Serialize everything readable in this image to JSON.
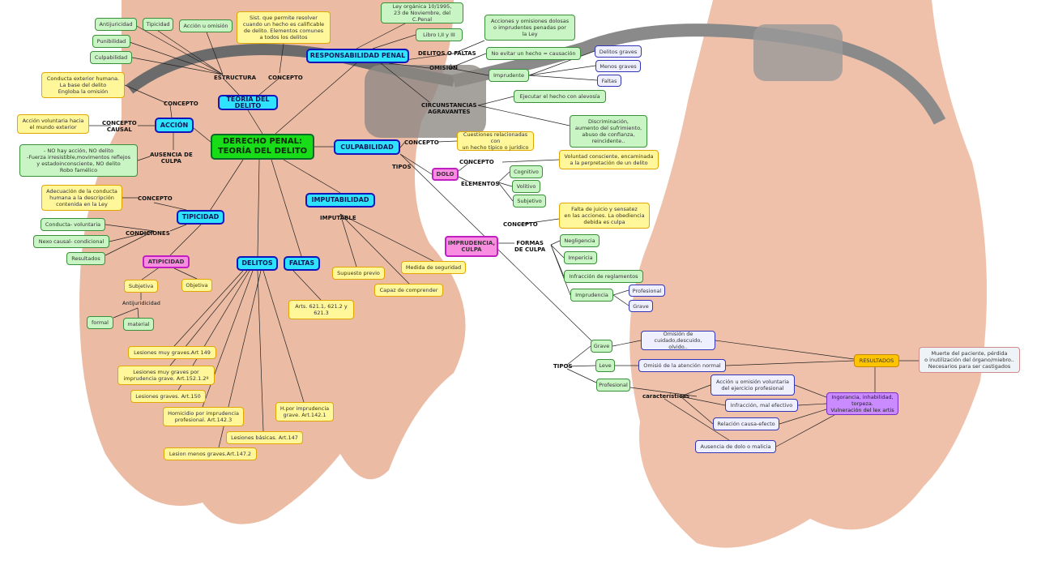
{
  "map": {
    "center": "DERECHO PENAL:\nTEORÍA DEL DELITO",
    "teoria": "TEORÍA DEL DELITO",
    "accion": "ACCIÓN",
    "culpabilidad": "CULPABILIDAD",
    "resp_penal": "RESPONSABILIDAD PENAL",
    "imputabilidad": "IMPUTABILIDAD",
    "tipicidad": "TIPICIDAD",
    "delitos": "DELITOS",
    "faltas": "FALTAS",
    "atipicidad": "ATIPICIDAD",
    "dolo": "DOLO",
    "imprudencia_culpa": "IMPRUDENCIA,\nCULPA",
    "antijuridicidad": "Antijuricidad",
    "tipicidad_s": "Tipicidad",
    "accion_omision": "Acción u omisión",
    "punibilidad": "Punibilidad",
    "culpabilidad_s": "Culpabilidad",
    "sist": "Sist. que permite resolver\ncuando un hecho es calificable\nde delito. Elementos comunes\na todos los delitos",
    "conducta_ext": "Conducta exterior humana.\nLa base del delito\nEngloba la omisión",
    "accion_vol": "Acción voluntaria hacia\nel mundo exterior",
    "ausencia_text": "- NO hay acción, NO delito\n-Fuerza irresistible,movimentos reflejos\ny estadoinconsciente, NO delito\nRobo famélico",
    "adecuacion": "Adecuación de la conducta\nhumana a la descripción\ncontenida en la Ley",
    "conducta_vol": "Conducta- voluntaria",
    "nexo": "Nexo causal- condicional",
    "resultados_t": "Resultados",
    "subjetiva": "Subjetiva",
    "objetiva": "Objetiva",
    "antijuridicidad_l": "Antijuridicidad",
    "formal": "formal",
    "material": "material",
    "arts621": "Arts. 621.1, 621.2 y\n621.3",
    "supuesto": "Supuesto previo",
    "capaz": "Capaz de comprender",
    "medida": "Medida de seguridad",
    "les149": "Lesiones muy graves.Art 149",
    "les152": "Lesiones muy graves por\nimprudencia grave. Art.152.1.2º",
    "les150": "Lesiones graves. Art.150",
    "homicidio": "Homicidio por imprudencia\nprofesional. Art.142.3",
    "hpor": "H.por imprudencia\ngrave. Art.142.1",
    "lesbasicas": "Lesiones básicas. Art.147",
    "lesmenos": "Lesion menos graves.Art.147.2",
    "ley_organica": "Ley orgánica 10/1995,\n23 de Noviembre, del C.Penal",
    "libro": "Libro I,II y III",
    "acciones_omisiones": "Acciones y omisiones dolosas\no imprudentes penadas por\nla Ley",
    "no_evitar": "No evitar un hecho = causación",
    "imprudente": "Imprudente",
    "delitos_graves": "Delitos graves",
    "menos_graves": "Menos graves",
    "faltas_l": "Faltas",
    "ejecutar": "Ejecutar el hecho con alevosía",
    "discriminacion": "Discriminación,\naumento del sufrimiento,\nabuso de confianza,\nreincidente..",
    "cuestiones": "Cuestiones relacionadas con\nun hecho típico o jurídico",
    "voluntad": "Voluntad consciente, encaminada\na la perpretación de un delito",
    "cognitivo": "Cognitivo",
    "volitivo": "Volitivo",
    "subjetivo": "Subjetivo",
    "falta_juicio": "Falta de juicio y sensatez\nen las acciones. La obediencia\ndebida es culpa",
    "negligencia": "Negligencia",
    "impericia": "Impericia",
    "infraccion_reg": "Infracción de reglamentos",
    "imprudencia_t": "Imprudencia",
    "profesional_l": "Profesional",
    "grave_l": "Grave",
    "grave_g": "Grave",
    "leve": "Leve",
    "profesional_g": "Profesional",
    "omision_cuidado": "Omisión de cuidado,descuido,\nolvido..",
    "omision_atencion": "Omisió de la atención normal",
    "accion_omision_vol": "Acción u omisión voluntaria\ndel ejercicio profesional",
    "infraccion_mal": "Infracción, mal efectivo",
    "relacion": "Relación causa-efecto",
    "ausencia_dolo": "Ausencia de dolo o malicia",
    "ingorancia": "Ingorancia, inhabilidad,\ntorpeza.\nVulneración del lex artis",
    "resultados": "RESULTADOS",
    "muerte": "Muerte del paciente, pérdida\no inutilización del órgano/miebro..\nNecesarios para ser castigados"
  },
  "labels": {
    "estructura": "ESTRUCTURA",
    "concepto1": "CONCEPTO",
    "concepto2": "CONCEPTO",
    "concepto_causal": "CONCEPTO\nCAUSAL",
    "ausencia_culpa": "AUSENCIA DE\nCULPA",
    "delitos_faltas": "DELITOS O FALTAS",
    "omision": "OMISIÓN",
    "circunstancias": "CIRCUNSTANCIAS\nAGRAVANTES",
    "concepto3": "CONCEPTO",
    "tipos1": "TIPOS",
    "concepto4": "CONCEPTO",
    "elementos": "ELEMENTOS",
    "concepto5": "CONCEPTO",
    "formas": "FORMAS\nDE CULPA",
    "imputable": "IMPUTABLE",
    "concepto6": "CONCEPTO",
    "condiciones": "CONDICIONES",
    "tipos2": "TIPOS",
    "caracteristicas": "características"
  },
  "colors": {
    "green": "#c9f5c4",
    "yellow": "#fff79a",
    "cyan": "#2fe3ff",
    "pink": "#f98ee0",
    "lavender": "#eef0ff",
    "purple": "#c98bff",
    "orange": "#ffc400",
    "skin": "#e8b49c"
  }
}
